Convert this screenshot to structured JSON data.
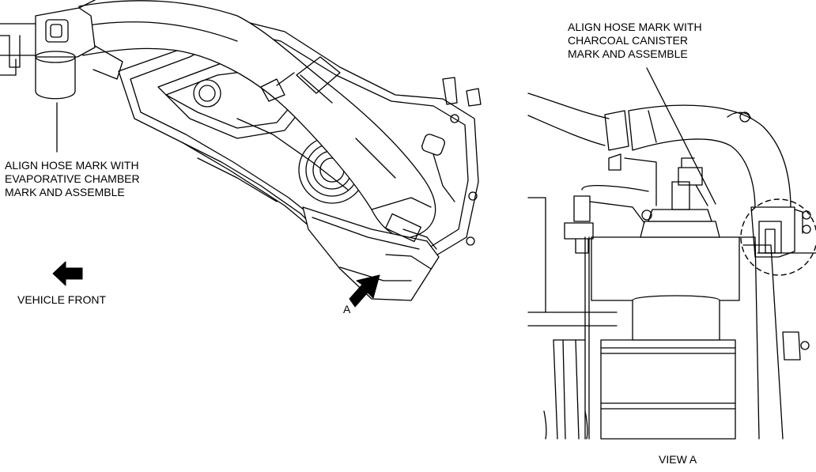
{
  "callouts": {
    "evaporative": {
      "lines": [
        "ALIGN HOSE MARK WITH",
        "EVAPORATIVE CHAMBER",
        "MARK AND ASSEMBLE"
      ]
    },
    "charcoal": {
      "lines": [
        "ALIGN HOSE MARK WITH",
        "CHARCOAL CANISTER",
        "MARK AND ASSEMBLE"
      ]
    }
  },
  "vehicle_front_label": "VEHICLE FRONT",
  "view_arrow_label": "A",
  "view_caption": "VIEW A",
  "icons": {
    "direction_arrow": "left-arrow-icon",
    "view_arrow": "view-direction-arrow-icon"
  },
  "colors": {
    "ink": "#000000",
    "paper": "#ffffff"
  }
}
